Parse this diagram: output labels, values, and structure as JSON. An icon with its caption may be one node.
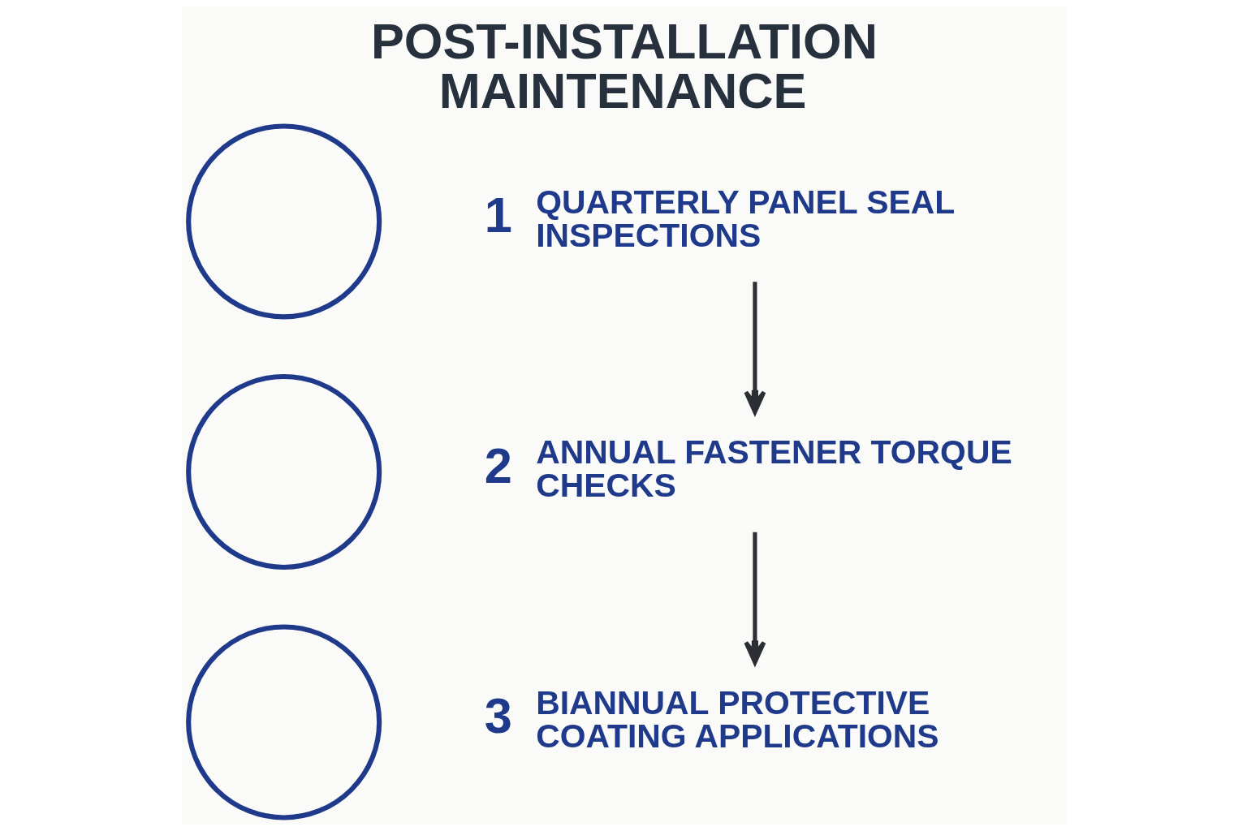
{
  "diagram": {
    "title": "POST-INSTALLATION MAINTENANCE",
    "nodes": [
      {
        "text": [],
        "shape": "circle"
      },
      {
        "text": [
          "1",
          "QUARTERLY PANEL SEAL INSPECTIONS"
        ]
      },
      {
        "text": [],
        "shape": "circle"
      },
      {
        "text": [
          "2",
          "ANNUAL FASTENER TORQUE CHECKS"
        ]
      },
      {
        "text": [],
        "shape": "circle"
      },
      {
        "text": [
          "3",
          "BIANNUAL PROTECTIVE COATING APPLICATIONS"
        ]
      }
    ],
    "edges": [
      {
        "from": 1,
        "to": 3,
        "arrow": "to"
      },
      {
        "from": 3,
        "to": 5,
        "arrow": "to"
      }
    ]
  }
}
